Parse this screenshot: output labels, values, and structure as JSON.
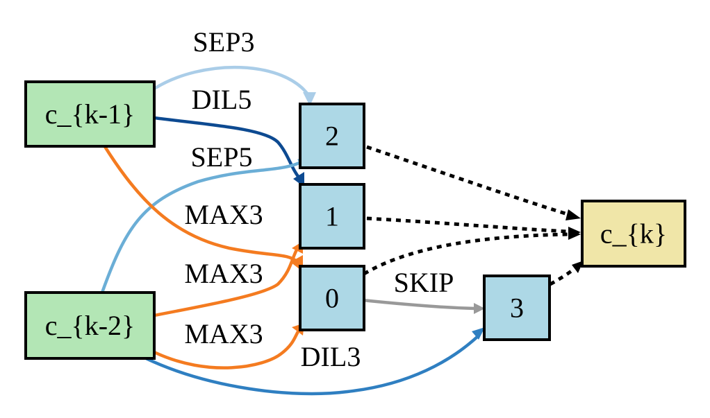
{
  "nodes": {
    "c_k_minus_1": {
      "label": "c_{k-1}",
      "color": "#b3e6b5"
    },
    "c_k_minus_2": {
      "label": "c_{k-2}",
      "color": "#b3e6b5"
    },
    "n0": {
      "label": "0",
      "color": "#add8e6"
    },
    "n1": {
      "label": "1",
      "color": "#add8e6"
    },
    "n2": {
      "label": "2",
      "color": "#add8e6"
    },
    "n3": {
      "label": "3",
      "color": "#add8e6"
    },
    "c_k": {
      "label": "c_{k}",
      "color": "#f0e6a8"
    }
  },
  "edges": {
    "sep3": {
      "label": "SEP3",
      "from": "c_{k-1}",
      "to": "2",
      "color": "#aacde8"
    },
    "dil5": {
      "label": "DIL5",
      "from": "c_{k-1}",
      "to": "1",
      "color": "#0d4a91"
    },
    "sep5": {
      "label": "SEP5",
      "from": "c_{k-2}",
      "to": "2",
      "color": "#6baed6"
    },
    "max3_a": {
      "label": "MAX3",
      "from": "c_{k-1}",
      "to": "0",
      "color": "#f47b20"
    },
    "max3_b": {
      "label": "MAX3",
      "from": "c_{k-2}",
      "to": "1",
      "color": "#f47b20"
    },
    "max3_c": {
      "label": "MAX3",
      "from": "c_{k-2}",
      "to": "0",
      "color": "#f47b20"
    },
    "skip": {
      "label": "SKIP",
      "from": "0",
      "to": "3",
      "color": "#999999"
    },
    "dil3": {
      "label": "DIL3",
      "from": "c_{k-2}",
      "to": "3",
      "color": "#2f7fc1"
    }
  },
  "output_edges_color": "#000000"
}
